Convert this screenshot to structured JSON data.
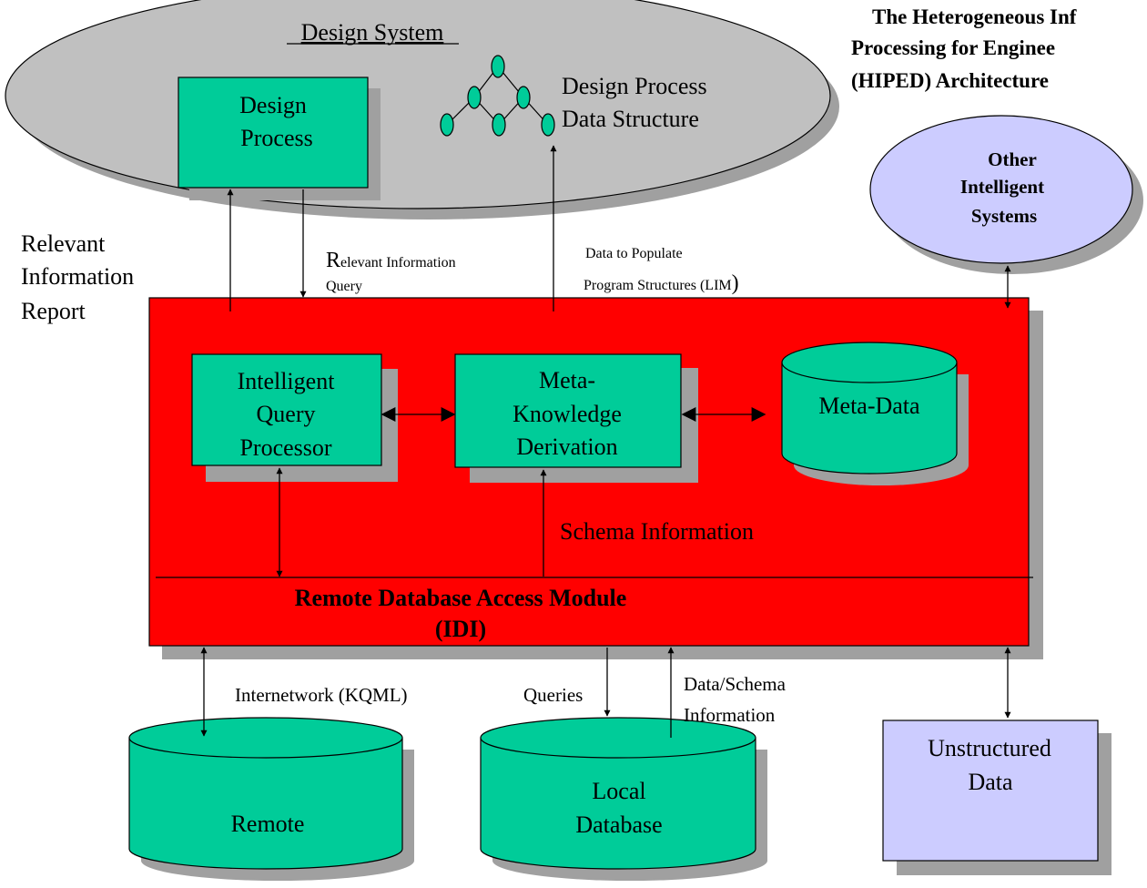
{
  "title": {
    "line1": "The Heterogeneous Inf",
    "line2": "Processing for Enginee",
    "line3": "(HIPED) Architecture"
  },
  "design_system": {
    "label": "Design System",
    "design_process": [
      "Design",
      "Process"
    ],
    "data_structure": [
      "Design Process",
      "Data Structure"
    ]
  },
  "other_systems": [
    "Other",
    "Intelligent",
    "Systems"
  ],
  "edge_labels": {
    "report": [
      "Relevant",
      "Information",
      "Report"
    ],
    "query_cap": "R",
    "query_rest": "elevant Information",
    "query_line2": "Query",
    "populate_line1": "Data to Populate",
    "populate_line2": "Program Structures (LIM",
    "populate_paren": ")",
    "schema_info": "Schema Information",
    "internetwork": "Internetwork (KQML)",
    "queries": "Queries",
    "data_schema": [
      "Data/Schema",
      "Information"
    ]
  },
  "main_module": {
    "query_processor": [
      "Intelligent",
      "Query",
      "Processor"
    ],
    "meta_knowledge": [
      "Meta-",
      "Knowledge",
      "Derivation"
    ],
    "meta_data": "Meta-Data",
    "remote_access": [
      "Remote Database Access Module",
      "(IDI)"
    ]
  },
  "stores": {
    "remote": "Remote",
    "local": [
      "Local",
      "Database"
    ],
    "unstructured": [
      "Unstructured",
      "Data"
    ]
  },
  "colors": {
    "box_fill": "#00cc99",
    "main_fill": "#ff0000",
    "ellipse_fill": "#c0c0c0",
    "other_fill": "#ccccff",
    "shadow": "#a0a0a0"
  }
}
